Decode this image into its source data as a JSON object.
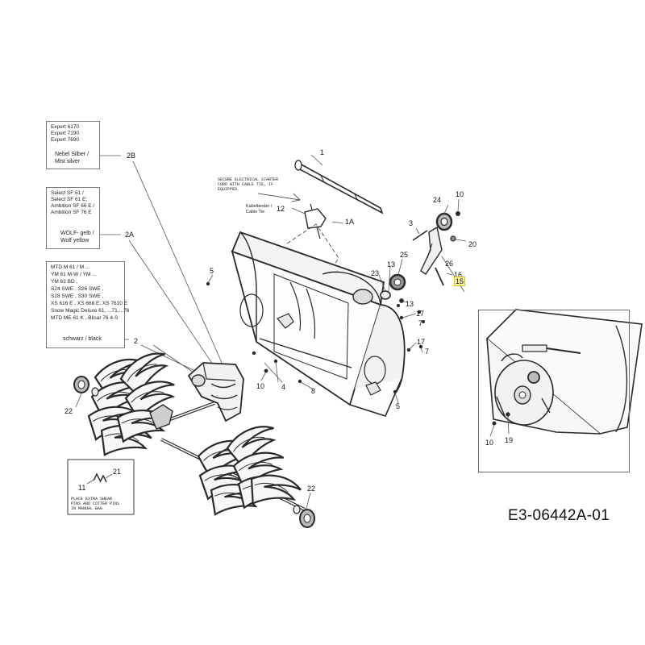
{
  "document_number": "E3-06442A-01",
  "variant_boxes": [
    {
      "id": "2B",
      "models": [
        "Expert 6170",
        "Expert 7190",
        "Expert 7690"
      ],
      "color": [
        "Nebel Silber /",
        "Mist silver"
      ]
    },
    {
      "id": "2A",
      "models": [
        "Select SF 61 /",
        "Select SF 61 E,",
        "Ambition SF 66 E /",
        "Ambition SF 76 E"
      ],
      "color": [
        "WOLF- gelb /",
        "Wolf  yellow"
      ]
    },
    {
      "id": "2",
      "models": [
        "MTD M 61 / M ...",
        "YM 61 M-W / YM ...",
        "YM 63 BD ,",
        "S24 SWE , S26 SWE ,",
        "S28 SWE ,  S30 SWE ,",
        "XS 616 E ,  XS 668 E,  XS 7610 E",
        "Snow Magic Deluxe 61, ...71,...76",
        "MTD ME 61 K ,    Blisar 76 4-S"
      ],
      "color": [
        "schwarz / black"
      ]
    }
  ],
  "callouts": {
    "c1": "1",
    "c1a": "1A",
    "c2": "2",
    "c2a": "2A",
    "c2b": "2B",
    "c3": "3",
    "c4": "4",
    "c5a": "5",
    "c5b": "5",
    "c7a": "7",
    "c7b": "7",
    "c8": "8",
    "c10a": "10",
    "c10b": "10",
    "c10c": "10",
    "c11": "11",
    "c12": "12",
    "c13a": "13",
    "c13b": "13",
    "c15": "15",
    "c16": "16",
    "c17a": "17",
    "c17b": "17",
    "c19": "19",
    "c20": "20",
    "c21": "21",
    "c22a": "22",
    "c22b": "22",
    "c23": "23",
    "c24": "24",
    "c25": "25",
    "c26": "26"
  },
  "notes": {
    "starter_cord": [
      "SECURE ELECTRICAL STARTER",
      "CORD WITH CABLE TIE, IF",
      "EQUIPPED."
    ],
    "cable_tie": [
      "Kabelbinder /",
      "Cable Tie"
    ],
    "shear_pins": [
      "PLACE EXTRA SHEAR",
      "PINS AND COTTER PINS",
      "IN MANUAL BAG"
    ]
  },
  "colors": {
    "line": "#2a2a2a",
    "leader": "#555555",
    "highlight": "#fff6a6"
  }
}
